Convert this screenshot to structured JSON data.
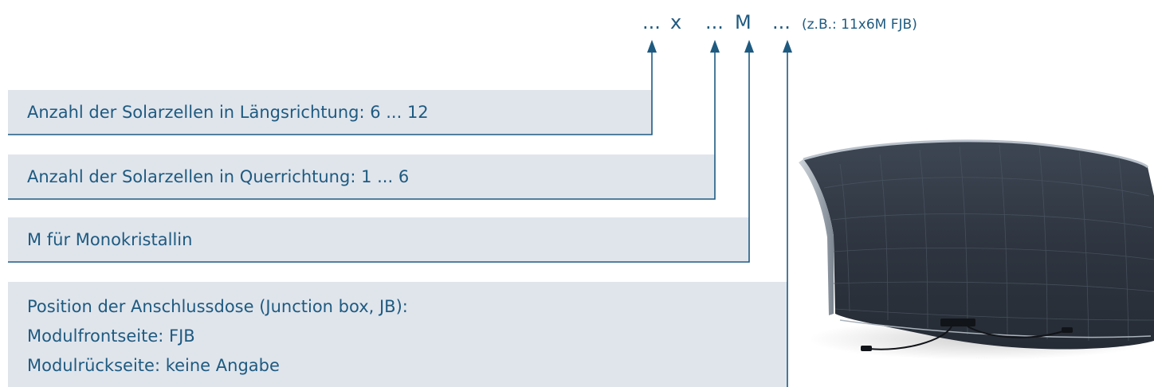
{
  "code": {
    "tokens": [
      "...",
      "x",
      "...",
      "M",
      "..."
    ],
    "example": "(z.B.: 11x6M FJB)"
  },
  "boxes": {
    "cells_length": "Anzahl der Solarzellen in Längsrichtung: 6 ... 12",
    "cells_cross": "Anzahl der Solarzellen in Querrichtung: 1 ... 6",
    "mono": "M für Monokristallin",
    "jb_title": "Position der Anschlussdose (Junction box, JB):",
    "jb_front": "Modulfrontseite: FJB",
    "jb_back": "Modulrückseite: keine Angabe"
  },
  "colors": {
    "text": "#1e5a80",
    "box_fill": "#e0e5ec",
    "panel": "#2f3640"
  },
  "icons": [
    "arrow-up-icon",
    "solar-panel-image"
  ]
}
